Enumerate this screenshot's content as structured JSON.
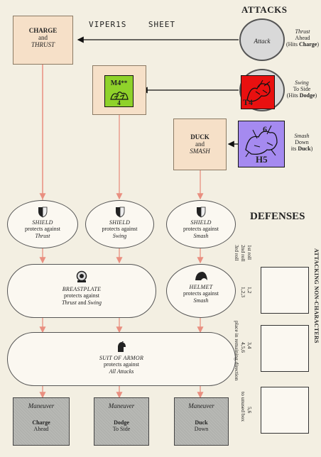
{
  "header": {
    "attacks_title": "ATTACKS",
    "sheet_title": "VIPER1S    SHEET"
  },
  "tactics": {
    "charge": {
      "line1": "CHARGE",
      "line2": "and",
      "line3": "THRUST"
    },
    "duck": {
      "line1": "DUCK",
      "line2": "and",
      "line3": "SMASH"
    },
    "swing_token": {
      "code": "M4",
      "stars": "**",
      "number": "4",
      "color": "#8fd22a"
    }
  },
  "attacks": {
    "thrust": {
      "circle_label": "Attack",
      "d1": "Thrust",
      "d2": "Ahead",
      "d3a": "(Hits ",
      "d3b": "Charge",
      "d3c": ")"
    },
    "swing": {
      "d1": "Swing",
      "d2": "To Side",
      "d3a": "(Hits ",
      "d3b": "Dodge",
      "d3c": ")",
      "token_label": "T4",
      "token_color": "#e81010"
    },
    "smash": {
      "d1": "Smash",
      "d2": "Down",
      "d3a": "its ",
      "d3b": "Duck",
      "d3c": ")",
      "token_label": "H5",
      "token_number": "6",
      "token_color": "#a58af0"
    }
  },
  "defenses": {
    "title": "DEFENSES",
    "shield1": {
      "name": "SHIELD",
      "line": "protects against",
      "target": "Thrust"
    },
    "shield2": {
      "name": "SHIELD",
      "line": "protects against",
      "target": "Swing"
    },
    "shield3": {
      "name": "SHIELD",
      "line": "protects against",
      "target": "Smash"
    },
    "breastplate": {
      "name": "BREASTPLATE",
      "line": "protects against",
      "t1": "Thrust",
      "and": "and",
      "t2": "Swing"
    },
    "helmet": {
      "name": "HELMET",
      "line": "protects against",
      "target": "Smash"
    },
    "suit": {
      "name": "SUIT OF ARMOR",
      "line": "protects against",
      "target": "All Attacks"
    }
  },
  "maneuvers": [
    {
      "label": "Maneuver",
      "name": "Charge",
      "sub": "Ahead"
    },
    {
      "label": "Maneuver",
      "name": "Dodge",
      "sub": "To Side"
    },
    {
      "label": "Maneuver",
      "name": "Duck",
      "sub": "Down"
    }
  ],
  "sidebar": {
    "vertical_title": "ATTACKING NON-CHARACTERS",
    "roll1": "1st roll",
    "roll2": "2nd roll",
    "roll3": "3rd roll",
    "nums1": "1,2",
    "nums2": "1,2,3",
    "nums3": "3,4",
    "nums4": "4,5,6",
    "nums5": "5,6",
    "place_text": "place in remaining direction",
    "box_text": "to unused box"
  },
  "colors": {
    "arrow_pink": "#e98f80",
    "box_fill": "#f6e0c8",
    "maneuver_fill": "#b7b8b4"
  }
}
